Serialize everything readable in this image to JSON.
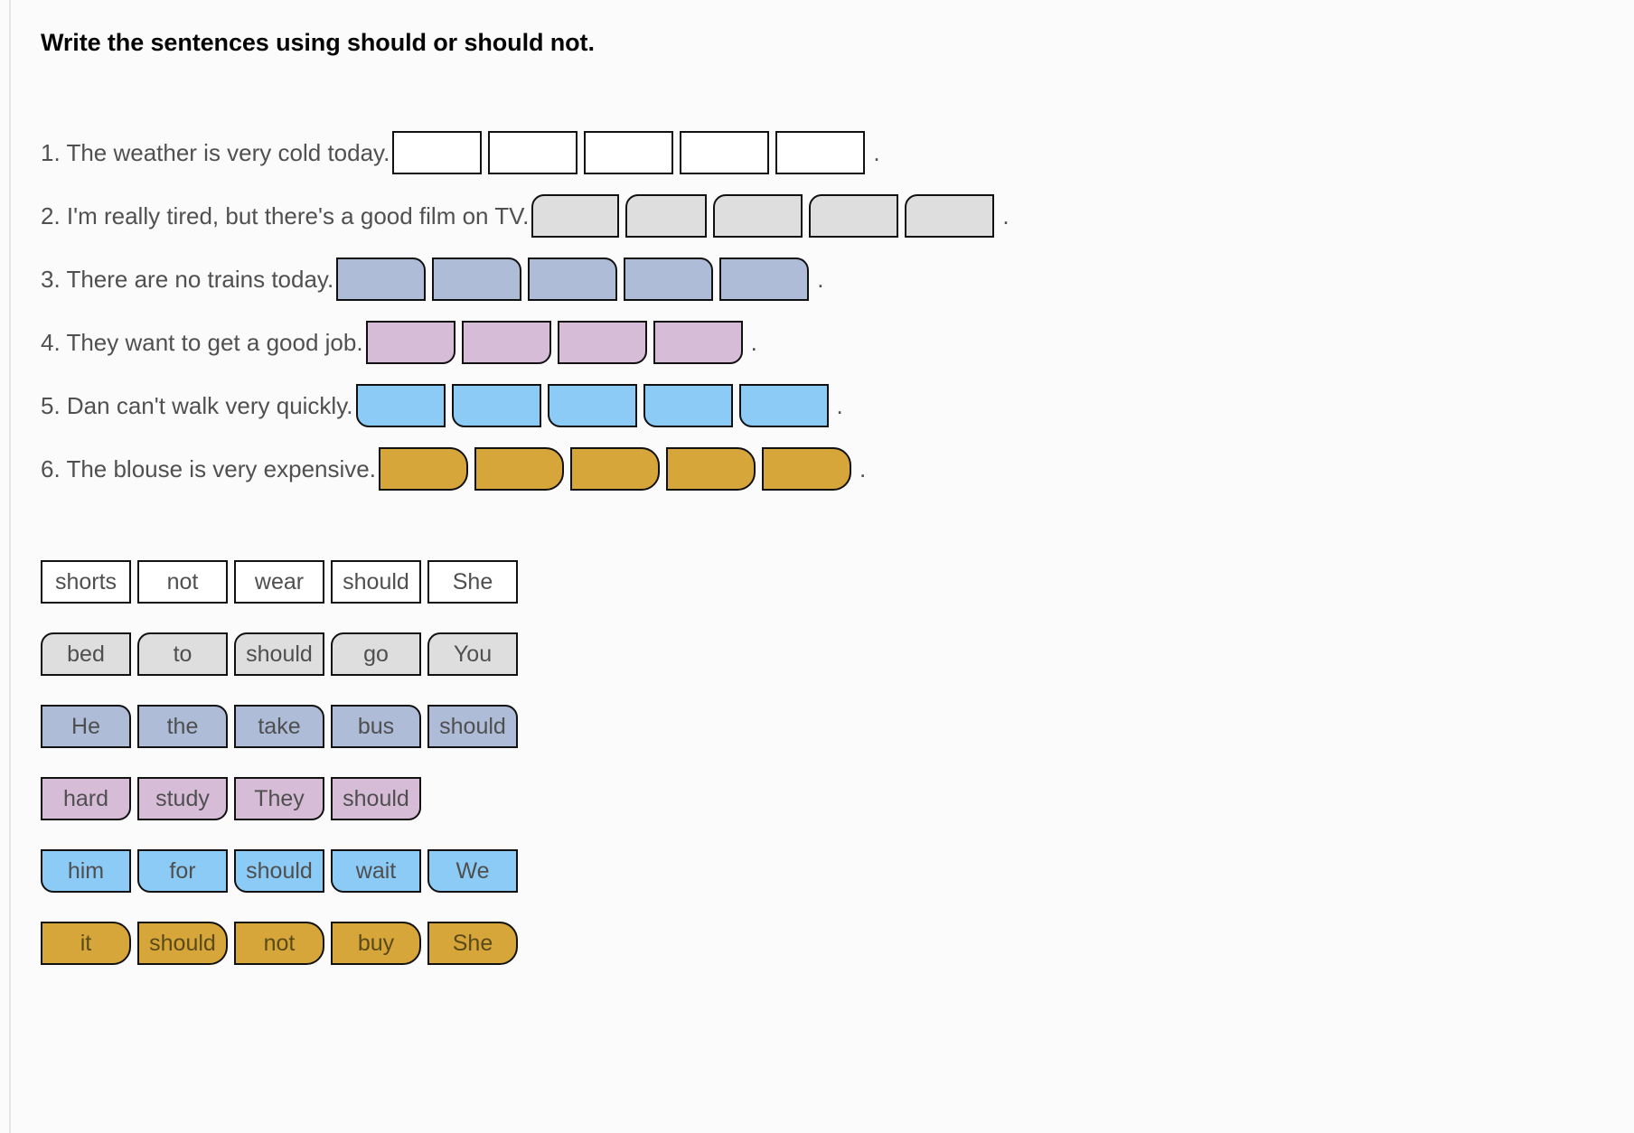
{
  "heading": "Write the sentences using should or should not.",
  "colors": {
    "white": "#ffffff",
    "grey": "#dedede",
    "steel": "#aebcd8",
    "mauve": "#d7bcd8",
    "sky": "#8ccbf5",
    "gold": "#d7a63a",
    "outline": "#111111",
    "text": "#505050",
    "background": "#fbfbfb"
  },
  "period": ".",
  "sentences": [
    {
      "text": "1. The weather is very cold today.",
      "color": "white",
      "shape": "square",
      "slot_count": 5,
      "slot_widths": [
        99,
        99,
        99,
        99,
        99
      ]
    },
    {
      "text": "2. I'm really tired, but there's a good film on TV.",
      "color": "grey",
      "shape": "top-left-rounded",
      "slot_count": 5,
      "slot_widths": [
        97,
        90,
        99,
        99,
        99
      ]
    },
    {
      "text": "3. There are no trains today.",
      "color": "steel",
      "shape": "top-right-rounded",
      "slot_count": 5,
      "slot_widths": [
        99,
        99,
        99,
        99,
        99
      ]
    },
    {
      "text": "4. They want to get a good job.",
      "color": "mauve",
      "shape": "bottom-right-rounded",
      "slot_count": 4,
      "slot_widths": [
        99,
        99,
        99,
        99
      ]
    },
    {
      "text": "5. Dan can't walk very quickly.",
      "color": "sky",
      "shape": "bottom-left-rounded",
      "slot_count": 5,
      "slot_widths": [
        99,
        99,
        99,
        99,
        99
      ]
    },
    {
      "text": "6. The blouse is very expensive.",
      "color": "gold",
      "shape": "right-rounded",
      "slot_count": 5,
      "slot_widths": [
        99,
        99,
        99,
        99,
        99
      ]
    }
  ],
  "tile_rows": [
    {
      "color": "white",
      "shape": "square",
      "words": [
        "shorts",
        "not",
        "wear",
        "should",
        "She"
      ]
    },
    {
      "color": "grey",
      "shape": "top-left-rounded",
      "words": [
        "bed",
        "to",
        "should",
        "go",
        "You"
      ]
    },
    {
      "color": "steel",
      "shape": "top-right-rounded",
      "words": [
        "He",
        "the",
        "take",
        "bus",
        "should"
      ]
    },
    {
      "color": "mauve",
      "shape": "bottom-right-rounded",
      "words": [
        "hard",
        "study",
        "They",
        "should"
      ]
    },
    {
      "color": "sky",
      "shape": "bottom-left-rounded",
      "words": [
        "him",
        "for",
        "should",
        "wait",
        "We"
      ]
    },
    {
      "color": "gold",
      "shape": "right-rounded",
      "words": [
        "it",
        "should",
        "not",
        "buy",
        "She"
      ]
    }
  ]
}
